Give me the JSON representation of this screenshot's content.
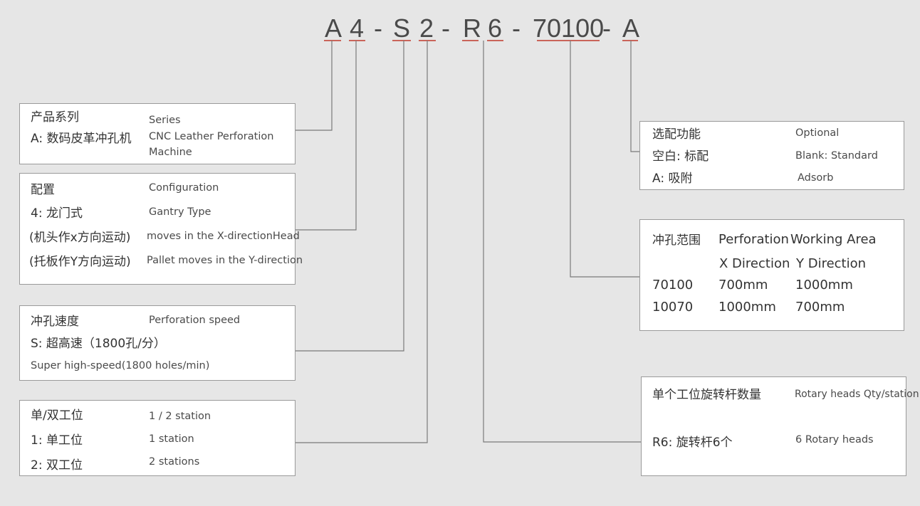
{
  "model_code": {
    "segments": [
      "A",
      "4",
      "-",
      "S",
      "2",
      "-",
      "R",
      "6",
      "-",
      "70100",
      "-",
      "A"
    ]
  },
  "colors": {
    "underline": "#c0392b",
    "connector": "#7a7a7a",
    "box_border": "#9a9a9a",
    "background": "#e6e6e6"
  },
  "series_box": {
    "title_zh": "产品系列",
    "title_en": "Series",
    "value_zh": "A: 数码皮革冲孔机",
    "value_en_line1": "CNC Leather Perforation",
    "value_en_line2": "Machine"
  },
  "config_box": {
    "title_zh": "配置",
    "title_en": "Configuration",
    "row1_zh": "4: 龙门式",
    "row1_en": "Gantry Type",
    "row2_zh": "(机头作x方向运动)",
    "row2_en": "moves in the X-directionHead",
    "row3_zh": "(托板作Y方向运动)",
    "row3_en": "Pallet moves in the Y-direction"
  },
  "speed_box": {
    "title_zh": "冲孔速度",
    "title_en": "Perforation speed",
    "value_zh": "S: 超高速（1800孔/分）",
    "value_en": "Super high-speed(1800 holes/min)"
  },
  "station_box": {
    "title_zh": "单/双工位",
    "title_en": "1 / 2 station",
    "row1_zh": "1: 单工位",
    "row1_en": "1 station",
    "row2_zh": "2: 双工位",
    "row2_en": "2 stations"
  },
  "optional_box": {
    "title_zh": "选配功能",
    "title_en": "Optional",
    "row1_zh": "空白: 标配",
    "row1_en": "Blank: Standard",
    "row2_zh": "A: 吸附",
    "row2_en": "Adsorb"
  },
  "area_box": {
    "title_zh": "冲孔范围",
    "title_en1": "Perforation",
    "title_en2": "Working Area",
    "col_x": "X Direction",
    "col_y": "Y Direction",
    "rows": [
      {
        "code": "70100",
        "x": "700mm",
        "y": "1000mm"
      },
      {
        "code": "10070",
        "x": "1000mm",
        "y": "700mm"
      }
    ]
  },
  "rotary_box": {
    "title_zh": "单个工位旋转杆数量",
    "title_en": "Rotary heads Qty/station",
    "value_zh": "R6: 旋转杆6个",
    "value_en": "6 Rotary heads"
  }
}
